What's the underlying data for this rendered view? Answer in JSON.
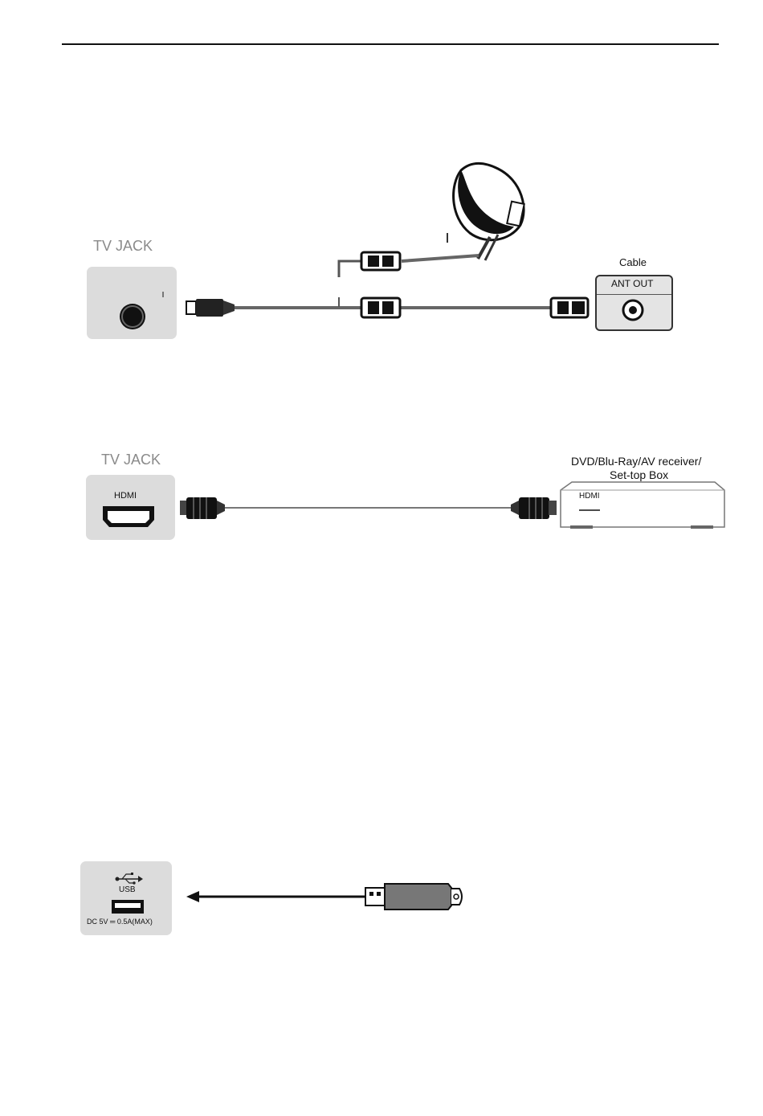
{
  "antenna_section": {
    "tv_jack_label": "TV JACK",
    "cable_label": "Cable",
    "ant_out_label": "ANT OUT"
  },
  "hdmi_section": {
    "tv_jack_label": "TV JACK",
    "tv_port_label": "HDMI",
    "device_label_line1": "DVD/Blu-Ray/AV receiver/",
    "device_label_line2": "Set-top Box",
    "device_port_label": "HDMI"
  },
  "usb_section": {
    "usb_label": "USB",
    "rating_label": "DC 5V ═ 0.5A(MAX)"
  }
}
